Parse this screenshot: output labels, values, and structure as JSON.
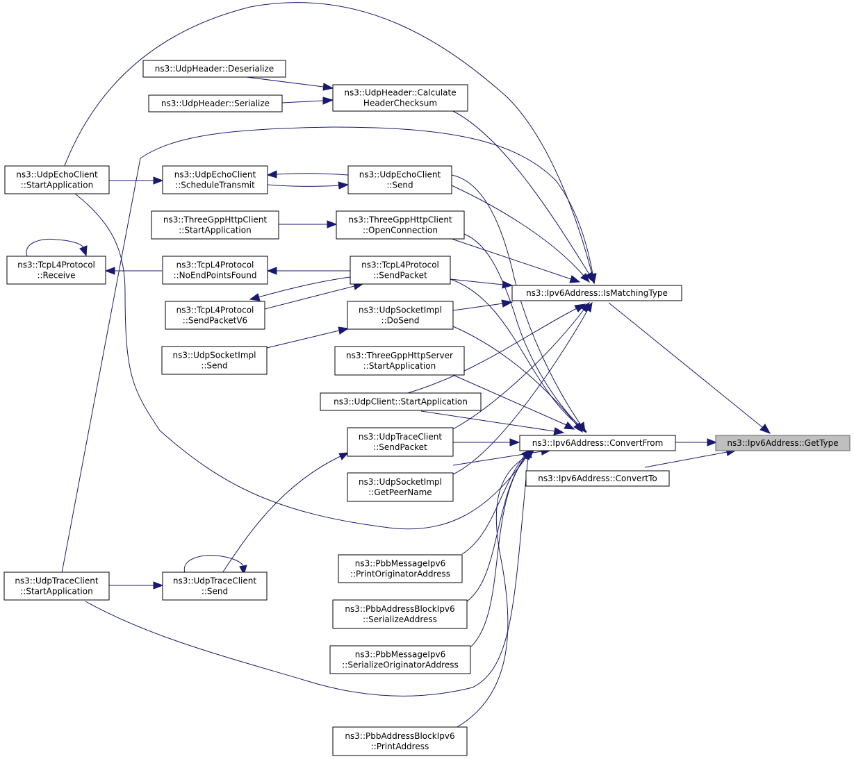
{
  "graph": {
    "nodes": [
      {
        "id": "gettype",
        "lines": [
          "ns3::Ipv6Address::GetType"
        ],
        "root": true
      },
      {
        "id": "convertfrom",
        "lines": [
          "ns3::Ipv6Address::ConvertFrom"
        ]
      },
      {
        "id": "convertto",
        "lines": [
          "ns3::Ipv6Address::ConvertTo"
        ]
      },
      {
        "id": "ismatching",
        "lines": [
          "ns3::Ipv6Address::IsMatchingType"
        ]
      },
      {
        "id": "udph_calc",
        "lines": [
          "ns3::UdpHeader::Calculate",
          "HeaderChecksum"
        ]
      },
      {
        "id": "udph_deser",
        "lines": [
          "ns3::UdpHeader::Deserialize"
        ]
      },
      {
        "id": "udph_ser",
        "lines": [
          "ns3::UdpHeader::Serialize"
        ]
      },
      {
        "id": "echo_start",
        "lines": [
          "ns3::UdpEchoClient",
          "::StartApplication"
        ]
      },
      {
        "id": "echo_sched",
        "lines": [
          "ns3::UdpEchoClient",
          "::ScheduleTransmit"
        ]
      },
      {
        "id": "echo_send",
        "lines": [
          "ns3::UdpEchoClient",
          "::Send"
        ]
      },
      {
        "id": "http_start",
        "lines": [
          "ns3::ThreeGppHttpClient",
          "::StartApplication"
        ]
      },
      {
        "id": "http_open",
        "lines": [
          "ns3::ThreeGppHttpClient",
          "::OpenConnection"
        ]
      },
      {
        "id": "tcp_recv",
        "lines": [
          "ns3::TcpL4Protocol",
          "::Receive"
        ]
      },
      {
        "id": "tcp_noend",
        "lines": [
          "ns3::TcpL4Protocol",
          "::NoEndPointsFound"
        ]
      },
      {
        "id": "tcp_send",
        "lines": [
          "ns3::TcpL4Protocol",
          "::SendPacket"
        ]
      },
      {
        "id": "tcp_sendv6",
        "lines": [
          "ns3::TcpL4Protocol",
          "::SendPacketV6"
        ]
      },
      {
        "id": "sock_dosend",
        "lines": [
          "ns3::UdpSocketImpl",
          "::DoSend"
        ]
      },
      {
        "id": "sock_send",
        "lines": [
          "ns3::UdpSocketImpl",
          "::Send"
        ]
      },
      {
        "id": "httpsrv_start",
        "lines": [
          "ns3::ThreeGppHttpServer",
          "::StartApplication"
        ]
      },
      {
        "id": "udpclient_start",
        "lines": [
          "ns3::UdpClient::StartApplication"
        ]
      },
      {
        "id": "trace_sendpkt",
        "lines": [
          "ns3::UdpTraceClient",
          "::SendPacket"
        ]
      },
      {
        "id": "sock_peer",
        "lines": [
          "ns3::UdpSocketImpl",
          "::GetPeerName"
        ]
      },
      {
        "id": "trace_start",
        "lines": [
          "ns3::UdpTraceClient",
          "::StartApplication"
        ]
      },
      {
        "id": "trace_send",
        "lines": [
          "ns3::UdpTraceClient",
          "::Send"
        ]
      },
      {
        "id": "pbb_msg_print",
        "lines": [
          "ns3::PbbMessageIpv6",
          "::PrintOriginatorAddress"
        ]
      },
      {
        "id": "pbb_blk_ser",
        "lines": [
          "ns3::PbbAddressBlockIpv6",
          "::SerializeAddress"
        ]
      },
      {
        "id": "pbb_msg_ser",
        "lines": [
          "ns3::PbbMessageIpv6",
          "::SerializeOriginatorAddress"
        ]
      },
      {
        "id": "pbb_blk_print",
        "lines": [
          "ns3::PbbAddressBlockIpv6",
          "::PrintAddress"
        ]
      }
    ]
  }
}
